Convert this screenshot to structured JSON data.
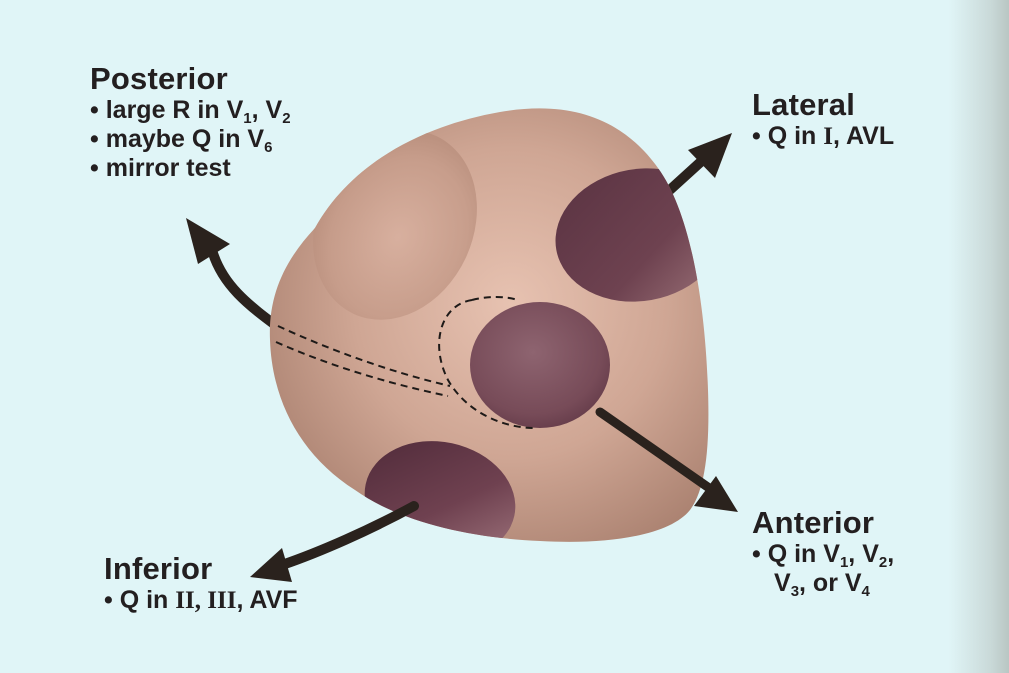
{
  "colors": {
    "background": "#e0f5f7",
    "heart": "#c9a18f",
    "infarct": "#7d4f5c",
    "arrow": "#2a221d",
    "text": "#231f20"
  },
  "posterior": {
    "title": "Posterior",
    "line1": {
      "bullet": "•",
      "pre": "large R in V",
      "s1": "1",
      "mid": ", V",
      "s2": "2"
    },
    "line2": {
      "bullet": "•",
      "pre": "maybe Q in V",
      "s1": "6"
    },
    "line3": {
      "bullet": "•",
      "pre": "mirror test"
    }
  },
  "lateral": {
    "title": "Lateral",
    "line1": {
      "bullet": "•",
      "pre": "Q in ",
      "roman": "I",
      "post": ", AVL"
    }
  },
  "anterior": {
    "title": "Anterior",
    "line1": {
      "bullet": "•",
      "pre": "Q in V",
      "s1": "1",
      "mid": ", V",
      "s2": "2",
      "post": ","
    },
    "line2": {
      "pre": "V",
      "s1": "3",
      "mid": ", or V",
      "s2": "4"
    }
  },
  "inferior": {
    "title": "Inferior",
    "line1": {
      "bullet": "•",
      "pre": "Q in ",
      "roman": "II, III",
      "post": ", AVF"
    }
  },
  "icons": {
    "heart": "heart-ventricle-illustration",
    "arrows": "direction-arrow-icon",
    "zones": "infarct-zone"
  }
}
